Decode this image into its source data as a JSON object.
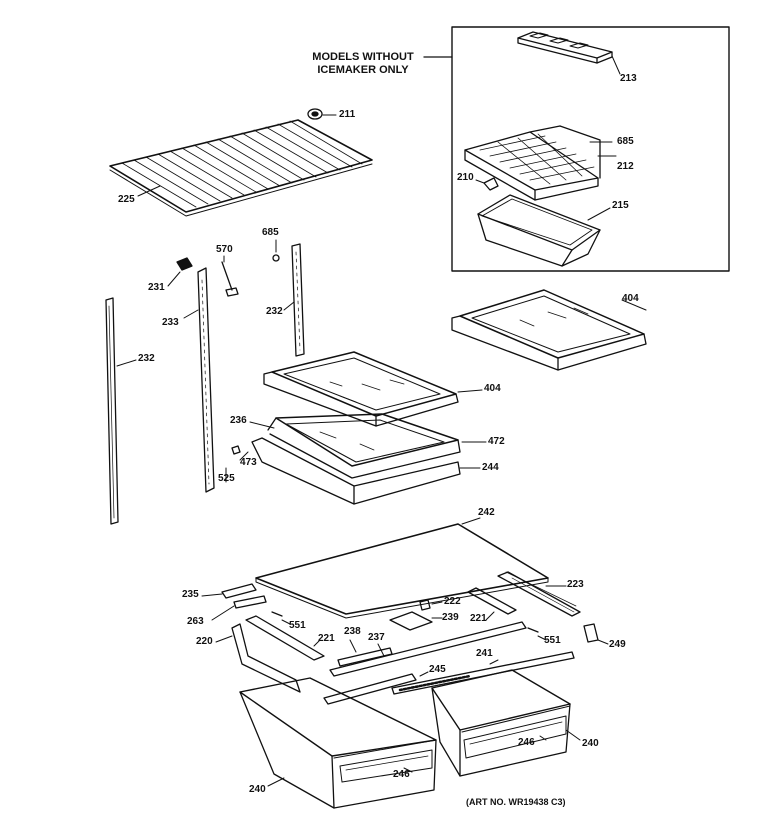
{
  "inset": {
    "heading_line1": "MODELS WITHOUT",
    "heading_line2": "ICEMAKER ONLY"
  },
  "parts": {
    "p213": "213",
    "p685a": "685",
    "p212": "212",
    "p210": "210",
    "p215": "215",
    "p211": "211",
    "p225": "225",
    "p570": "570",
    "p685b": "685",
    "p231": "231",
    "p233": "233",
    "p232a": "232",
    "p232b": "232",
    "p404a": "404",
    "p404b": "404",
    "p236": "236",
    "p472": "472",
    "p473": "473",
    "p525": "525",
    "p244": "244",
    "p242": "242",
    "p223": "223",
    "p235": "235",
    "p222": "222",
    "p263": "263",
    "p551a": "551",
    "p221a": "221",
    "p238": "238",
    "p237": "237",
    "p239": "239",
    "p221b": "221",
    "p551b": "551",
    "p249": "249",
    "p220": "220",
    "p241": "241",
    "p245": "245",
    "p246a": "246",
    "p240a": "240",
    "p246b": "246",
    "p240b": "240"
  },
  "art_number": "(ART NO. WR19438 C3)"
}
